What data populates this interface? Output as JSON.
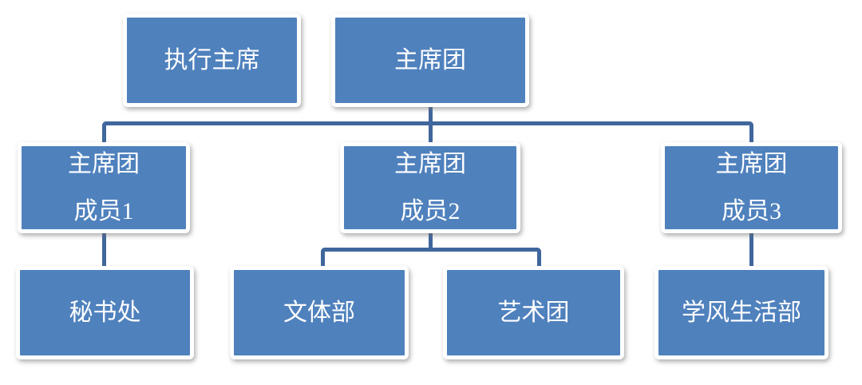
{
  "diagram": {
    "type": "org-chart",
    "colors": {
      "node_fill": "#4f81bd",
      "node_border": "#ffffff",
      "node_text": "#ffffff",
      "connector": "#40679d",
      "background": "#ffffff"
    },
    "nodes": {
      "exec_chair": {
        "label": "执行主席"
      },
      "presidium": {
        "label": "主席团"
      },
      "member1": {
        "line1": "主席团",
        "line2": "成员1"
      },
      "member2": {
        "line1": "主席团",
        "line2": "成员2"
      },
      "member3": {
        "line1": "主席团",
        "line2": "成员3"
      },
      "secretariat": {
        "label": "秘书处"
      },
      "culture_sports": {
        "label": "文体部"
      },
      "art_troupe": {
        "label": "艺术团"
      },
      "study_life": {
        "label": "学风生活部"
      }
    },
    "edges": [
      {
        "from": "presidium",
        "to": "member1"
      },
      {
        "from": "presidium",
        "to": "member2"
      },
      {
        "from": "presidium",
        "to": "member3"
      },
      {
        "from": "member1",
        "to": "secretariat"
      },
      {
        "from": "member2",
        "to": "culture_sports"
      },
      {
        "from": "member2",
        "to": "art_troupe"
      },
      {
        "from": "member3",
        "to": "study_life"
      }
    ]
  }
}
